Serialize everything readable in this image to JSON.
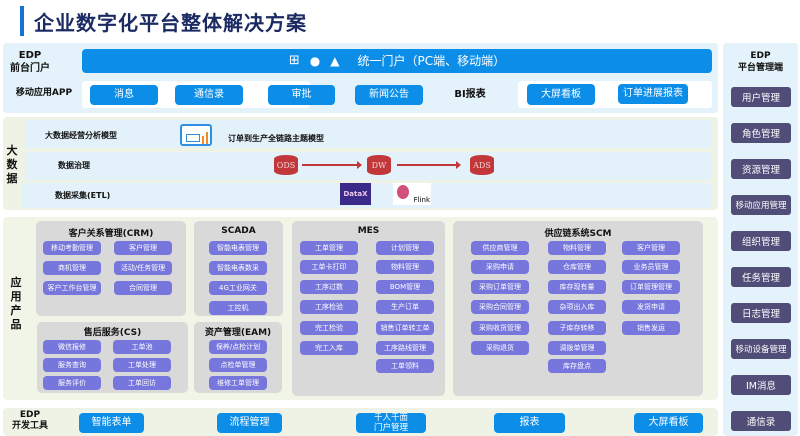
{
  "title": "企业数字化平台整体解决方案",
  "portal": {
    "label": "EDP\n前台门户",
    "unified": "统一门户（PC端、移动端）",
    "icons": [
      "windows-icon",
      "apple-icon",
      "android-icon"
    ],
    "mobile_label": "移动应用APP",
    "mobile_items": [
      "消息",
      "通信录",
      "审批",
      "新闻公告"
    ],
    "bi_label": "BI报表",
    "bi_items": [
      "大屏看板",
      "订单进展报表"
    ]
  },
  "bigdata": {
    "label": "大数据",
    "model_label": "大数据经营分析模型",
    "model_text": "订单到生产全链路主题模型",
    "gov_label": "数据治理",
    "layers": [
      "ODS",
      "DW",
      "ADS"
    ],
    "etl_label": "数据采集(ETL)",
    "tools": [
      "DataX",
      "Flink"
    ]
  },
  "apps": {
    "label": "应用产品",
    "crm": {
      "title": "客户关系管理(CRM)",
      "items": [
        "移动考勤管理",
        "客户管理",
        "商机管理",
        "活动/任务管理",
        "客户工作台管理",
        "合同管理"
      ]
    },
    "scada": {
      "title": "SCADA",
      "items": [
        "智能电表管理",
        "智能电表数采",
        "4G工业网关",
        "工控机"
      ]
    },
    "cs": {
      "title": "售后服务(CS)",
      "items": [
        "微信报修",
        "工单池",
        "服务查询",
        "工单处理",
        "服务评价",
        "工单回访"
      ]
    },
    "eam": {
      "title": "资产管理(EAM)",
      "items": [
        "保养/点检计划",
        "点检单管理",
        "维修工单管理"
      ]
    },
    "mes": {
      "title": "MES",
      "col1": [
        "工单管理",
        "工单卡打印",
        "工序过数",
        "工序检验",
        "完工检验",
        "完工入库"
      ],
      "col2": [
        "计划管理",
        "物料管理",
        "BOM管理",
        "生产订单",
        "销售订单转工单",
        "工序路线管理",
        "工单领料"
      ]
    },
    "scm": {
      "title": "供应链系统SCM",
      "col1": [
        "供应商管理",
        "采购申请",
        "采购订单管理",
        "采购合同管理",
        "采购收货管理",
        "采购退货"
      ],
      "col2": [
        "物料管理",
        "仓库管理",
        "库存现有量",
        "杂项出入库",
        "子库存转移",
        "调拨单管理",
        "库存盘点"
      ],
      "col3": [
        "客户管理",
        "业务员管理",
        "订单管理管理",
        "发货申请",
        "销售发运"
      ]
    }
  },
  "devtools": {
    "label": "EDP\n开发工具",
    "items": [
      "智能表单",
      "流程管理",
      "千人千面\n门户管理",
      "报表",
      "大屏看板"
    ]
  },
  "admin": {
    "label": "EDP\n平台管理端",
    "items": [
      "用户管理",
      "角色管理",
      "资源管理",
      "移动应用管理",
      "组织管理",
      "任务管理",
      "日志管理",
      "移动设备管理",
      "IM消息",
      "通信录"
    ]
  },
  "colors": {
    "blue": "#0c8ee8",
    "purple": "#7676dc",
    "dark": "#504d78",
    "db": "#c1373a"
  }
}
